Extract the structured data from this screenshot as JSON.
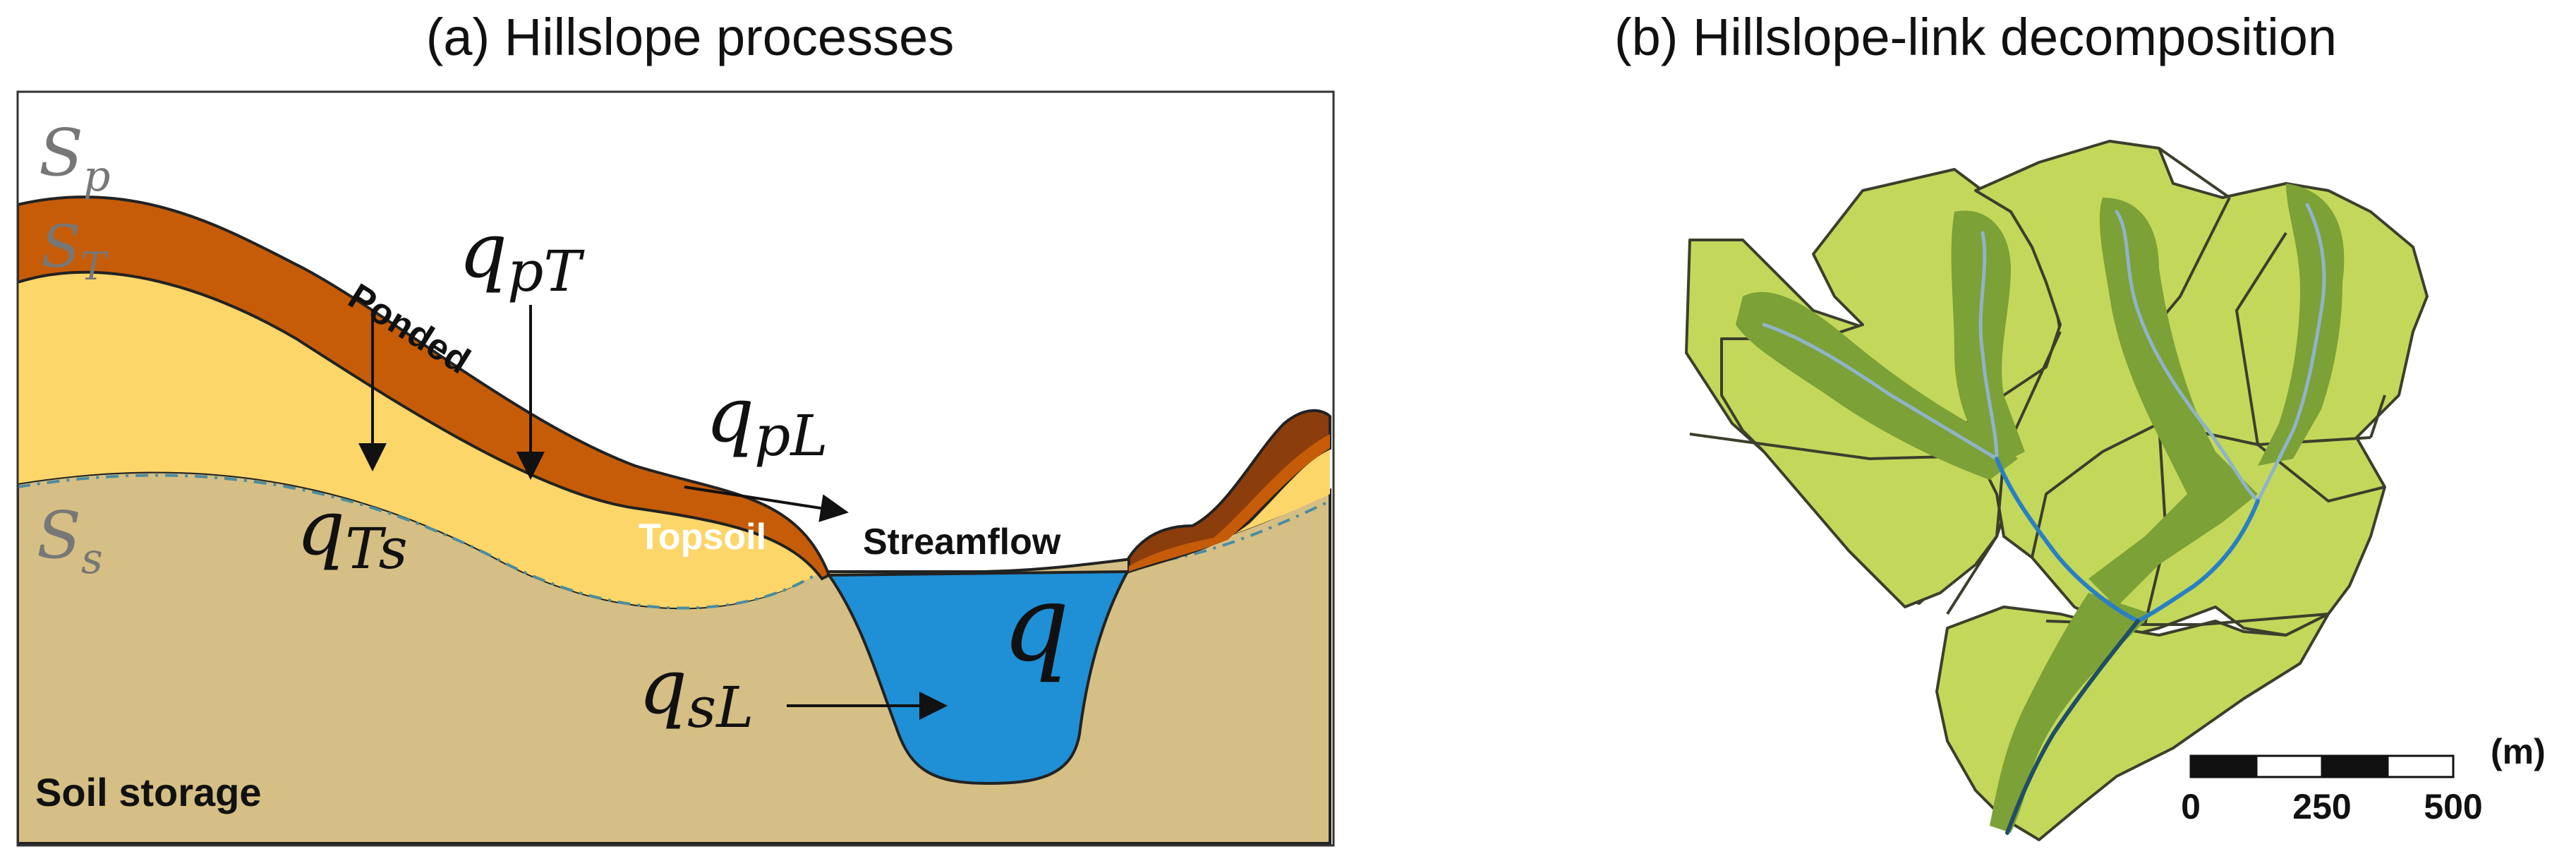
{
  "panel_a": {
    "title": "(a) Hillslope processes",
    "labels": {
      "s_p": "S",
      "s_p_sub": "p",
      "s_t": "S",
      "s_t_sub": "T",
      "s_s": "S",
      "s_s_sub": "s",
      "q_pt": "q",
      "q_pt_sub": "pT",
      "q_ts": "q",
      "q_ts_sub": "Ts",
      "q_pl": "q",
      "q_pl_sub": "pL",
      "q_sl": "q",
      "q_sl_sub": "sL",
      "q": "q",
      "ponded": "Ponded",
      "topsoil": "Topsoil",
      "streamflow": "Streamflow",
      "soil_storage": "Soil storage"
    },
    "colors": {
      "soil": "#d5bf84",
      "subsoil": "#fdd66a",
      "topsoil": "#c65c08",
      "far_bank_topsoil": "#8b3d0c",
      "water": "#1f8fd6",
      "water_table": "#4d8c9e"
    }
  },
  "panel_b": {
    "title": "(b) Hillslope-link decomposition",
    "scale_bar": {
      "ticks": [
        "0",
        "250",
        "500"
      ],
      "unit": "(m)"
    },
    "colors": {
      "hillslope": "#c3d85a",
      "riparian": "#7ba137",
      "outline": "#3b3f2c",
      "stream_upper": "#8fb4c8",
      "stream_middle": "#2a7fc4",
      "stream_outlet": "#1f4e66"
    }
  }
}
